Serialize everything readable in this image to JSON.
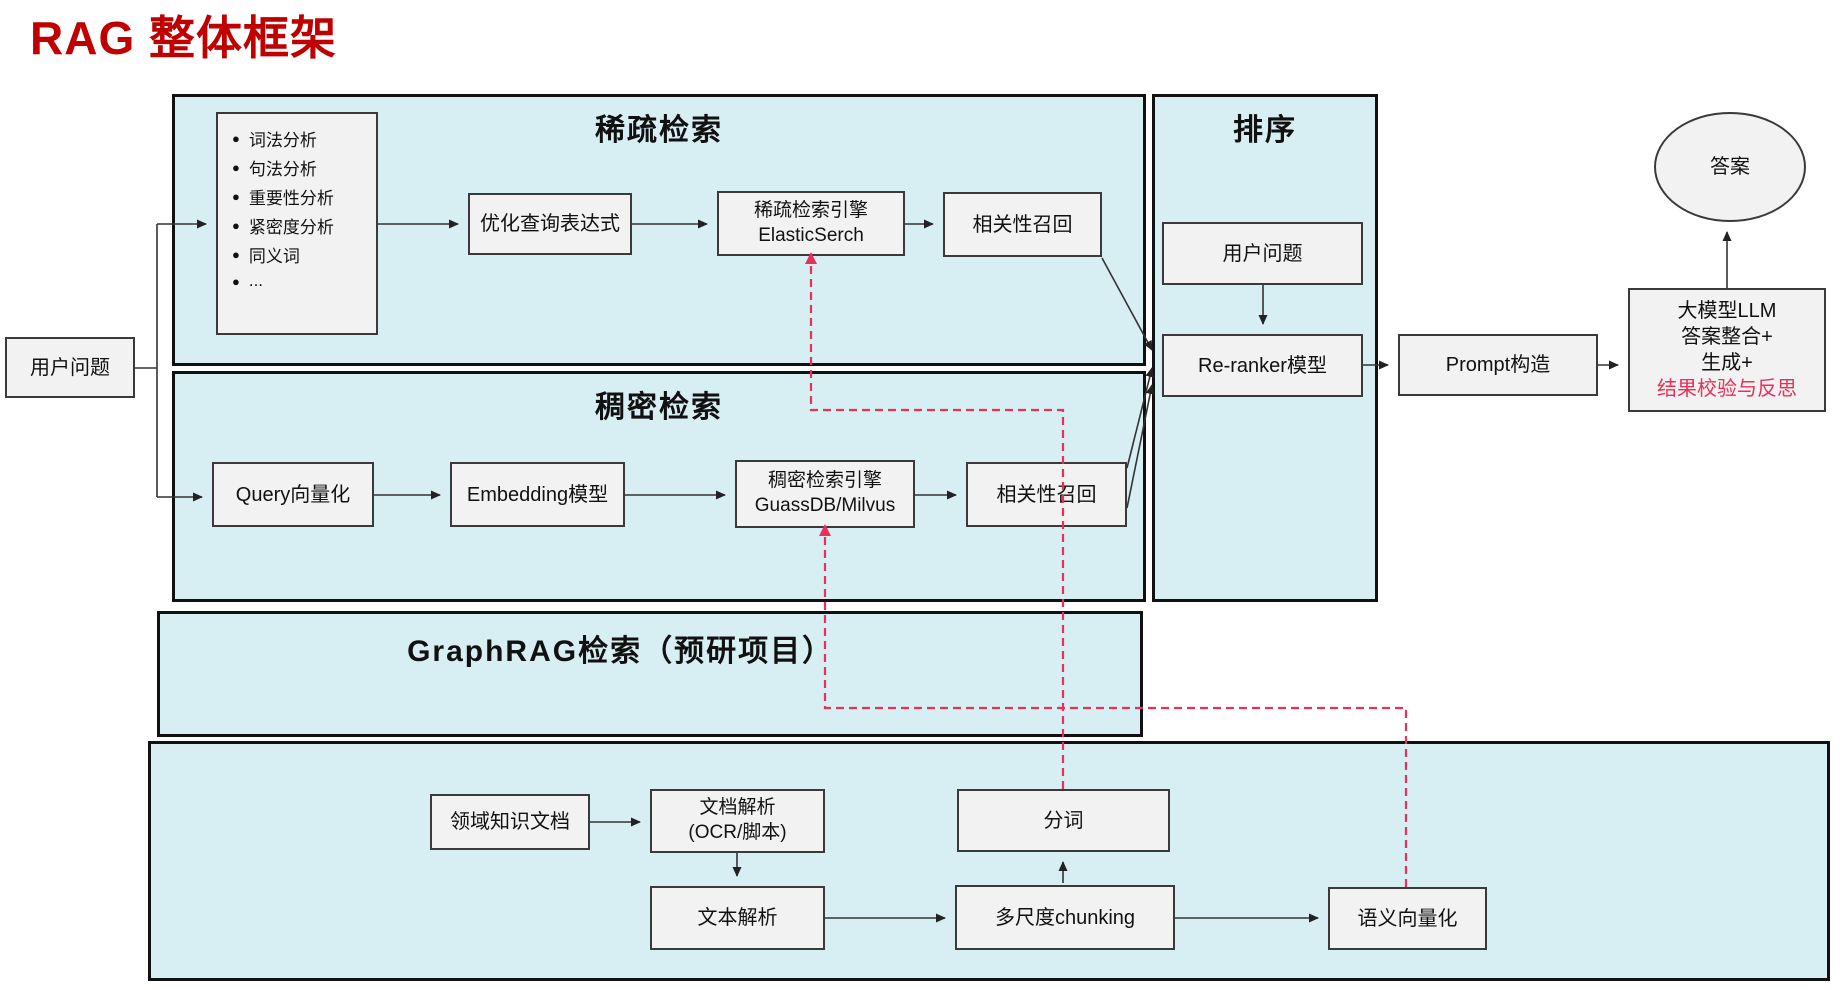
{
  "title": "RAG 整体框架",
  "colors": {
    "title_red": "#c00000",
    "dashed_red": "#e8305a",
    "panel_fill": "#d7eef3",
    "node_fill": "#f2f2f2",
    "node_border": "#3a3a3a"
  },
  "nodes": {
    "user_question_left": "用户问题",
    "sparse": {
      "header": "稀疏检索",
      "analysis_items": [
        "词法分析",
        "句法分析",
        "重要性分析",
        "紧密度分析",
        "同义词",
        "..."
      ],
      "optimize_query": "优化查询表达式",
      "engine_line1": "稀疏检索引擎",
      "engine_line2": "ElasticSerch",
      "recall": "相关性召回"
    },
    "dense": {
      "header": "稠密检索",
      "query_vec": "Query向量化",
      "embedding": "Embedding模型",
      "engine_line1": "稠密检索引擎",
      "engine_line2": "GuassDB/Milvus",
      "recall": "相关性召回"
    },
    "ranking": {
      "header": "排序",
      "user_question": "用户问题",
      "reranker": "Re-ranker模型"
    },
    "graphrag": {
      "header": "GraphRAG检索（预研项目）"
    },
    "prompt": "Prompt构造",
    "llm": {
      "line1": "大模型LLM",
      "line2": "答案整合+",
      "line3": "生成+",
      "line4": "结果校验与反思"
    },
    "answer": "答案",
    "pipeline": {
      "domain_docs": "领域知识文档",
      "doc_parse_line1": "文档解析",
      "doc_parse_line2": "(OCR/脚本)",
      "text_parse": "文本解析",
      "tokenize": "分词",
      "chunking": "多尺度chunking",
      "semantic_vec": "语义向量化"
    }
  }
}
